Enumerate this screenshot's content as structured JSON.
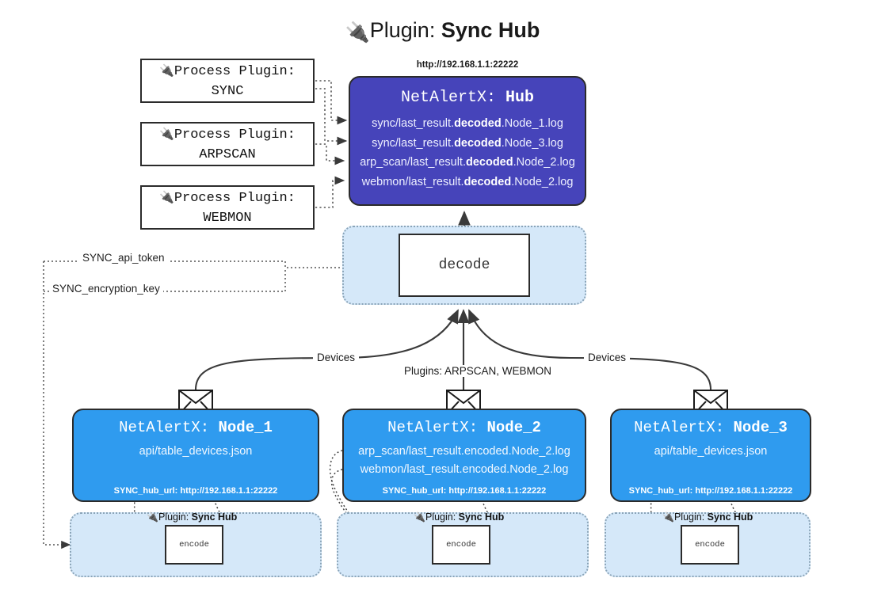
{
  "title": {
    "icon": "plug-icon",
    "lead": "Plugin: ",
    "name": "Sync Hub"
  },
  "process_plugins": [
    {
      "icon": "plug-icon",
      "line1": "Process Plugin:",
      "line2": "SYNC"
    },
    {
      "icon": "plug-icon",
      "line1": "Process Plugin:",
      "line2": "ARPSCAN"
    },
    {
      "icon": "plug-icon",
      "line1": "Process Plugin:",
      "line2": "WEBMON"
    }
  ],
  "hub": {
    "url": "http://192.168.1.1:22222",
    "title_prefix": "NetAlertX: ",
    "title_name": "Hub",
    "logs": [
      {
        "pre": "sync/last_result.",
        "bold": "decoded",
        "post": ".Node_1.log"
      },
      {
        "pre": "sync/last_result.",
        "bold": "decoded",
        "post": ".Node_3.log"
      },
      {
        "pre": "arp_scan/last_result.",
        "bold": "decoded",
        "post": ".Node_2.log"
      },
      {
        "pre": "webmon/last_result.",
        "bold": "decoded",
        "post": ".Node_2.log"
      }
    ]
  },
  "decode": {
    "label": "decode"
  },
  "keys": {
    "api_token": "SYNC_api_token",
    "encryption_key": "SYNC_encryption_key"
  },
  "flow_labels": {
    "devices_left": "Devices",
    "devices_right": "Devices",
    "plugins_middle": "Plugins: ARPSCAN, WEBMON"
  },
  "nodes": [
    {
      "title_prefix": "NetAlertX: ",
      "title_name": "Node_1",
      "paths": [
        "api/table_devices.json"
      ],
      "footer": "SYNC_hub_url: http://192.168.1.1:22222",
      "envelope_icon": "envelope-icon"
    },
    {
      "title_prefix": "NetAlertX: ",
      "title_name": "Node_2",
      "paths": [
        "arp_scan/last_result.encoded.Node_2.log",
        "webmon/last_result.encoded.Node_2.log"
      ],
      "footer": "SYNC_hub_url: http://192.168.1.1:22222",
      "envelope_icon": "envelope-icon"
    },
    {
      "title_prefix": "NetAlertX: ",
      "title_name": "Node_3",
      "paths": [
        "api/table_devices.json"
      ],
      "footer": "SYNC_hub_url: http://192.168.1.1:22222",
      "envelope_icon": "envelope-icon"
    }
  ],
  "plugin_zones": [
    {
      "icon": "plug-icon",
      "label_lead": "Plugin: ",
      "label_name": "Sync Hub",
      "encode_label": "encode"
    },
    {
      "icon": "plug-icon",
      "label_lead": "Plugin: ",
      "label_name": "Sync Hub",
      "encode_label": "encode"
    },
    {
      "icon": "plug-icon",
      "label_lead": "Plugin: ",
      "label_name": "Sync Hub",
      "encode_label": "encode"
    }
  ],
  "colors": {
    "hub_fill": "#4644ba",
    "node_fill": "#2f9bef",
    "zone_fill": "#d5e8f9",
    "stroke": "#2b2b2b",
    "background": "#ffffff"
  }
}
